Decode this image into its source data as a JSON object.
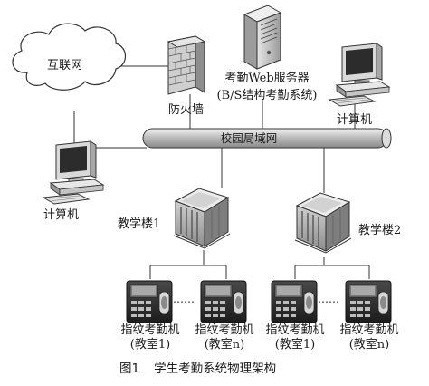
{
  "diagram": {
    "internet": "互联网",
    "firewall": "防火墙",
    "server_line1": "考勤Web服务器",
    "server_line2": "(B/S结构考勤系统)",
    "computer_left": "计算机",
    "computer_right": "计算机",
    "campus_lan": "校园局域网",
    "building_1": "教学楼1",
    "building_2": "教学楼2",
    "ellipsis": "……",
    "devices": [
      {
        "name": "指纹考勤机",
        "room": "(教室1)"
      },
      {
        "name": "指纹考勤机",
        "room": "(教室n)"
      },
      {
        "name": "指纹考勤机",
        "room": "(教室1)"
      },
      {
        "name": "指纹考勤机",
        "room": "(教室n)"
      }
    ]
  },
  "caption": {
    "number": "图1",
    "title": "学生考勤系统物理架构"
  }
}
